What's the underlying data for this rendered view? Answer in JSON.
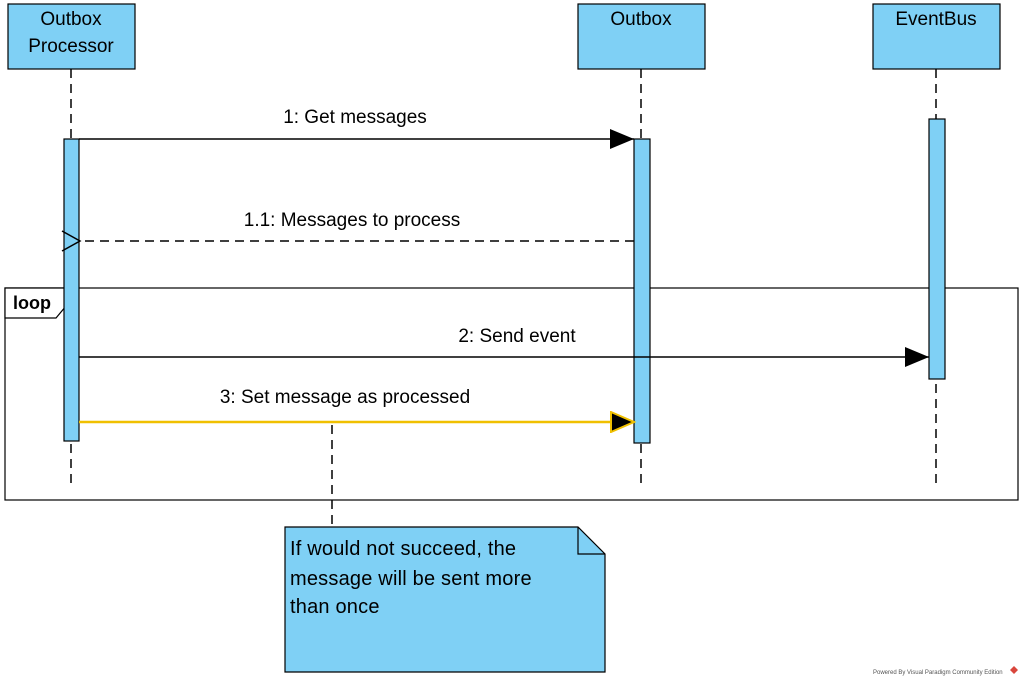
{
  "diagram": {
    "participants": [
      {
        "id": "outbox-processor",
        "label_line1": "Outbox",
        "label_line2": "Processor"
      },
      {
        "id": "outbox",
        "label_line1": "Outbox"
      },
      {
        "id": "eventbus",
        "label_line1": "EventBus"
      }
    ],
    "messages": [
      {
        "label": "1: Get messages",
        "kind": "sync"
      },
      {
        "label": "1.1: Messages to process",
        "kind": "return"
      },
      {
        "label": "2: Send event",
        "kind": "sync"
      },
      {
        "label": "3: Set message as processed",
        "kind": "sync",
        "highlighted": true
      }
    ],
    "loop_frame": {
      "label": "loop"
    },
    "note": {
      "line1": "If would not succeed, the",
      "line2": "message will be sent more",
      "line3": "than once"
    },
    "footer": {
      "text": "Powered By  Visual Paradigm Community Edition"
    }
  },
  "colors": {
    "fill": "#7fd0f5",
    "highlight": "#f0c000",
    "line": "#000000"
  }
}
